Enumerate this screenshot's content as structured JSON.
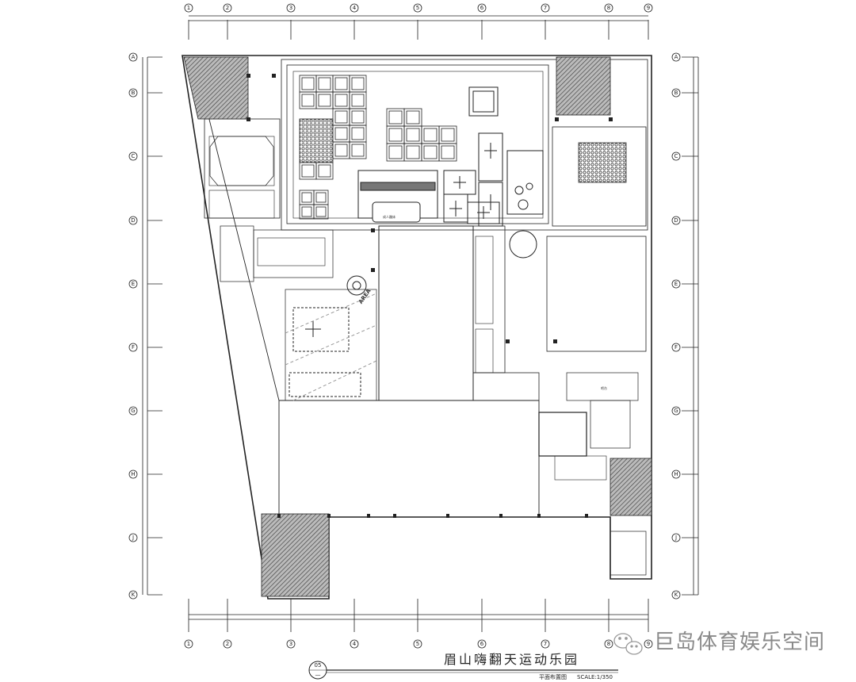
{
  "drawing": {
    "title": "眉山嗨翻天运动乐园",
    "subtitle": "平面布置图",
    "scale": "SCALE:1/350",
    "drawing_number": "05",
    "drawing_sheet": "—"
  },
  "watermark": {
    "text": "巨岛体育娱乐空间",
    "icon": "wechat-icon"
  },
  "axes": {
    "columns": [
      "1",
      "2",
      "3",
      "4",
      "5",
      "6",
      "7",
      "8",
      "9"
    ],
    "rows": [
      "A",
      "B",
      "C",
      "D",
      "E",
      "F",
      "G",
      "H",
      "J",
      "K"
    ]
  },
  "rooms": {
    "adult_trampoline": "成人蹦床",
    "bar": "吧台",
    "area_tag": "AREA"
  },
  "colors": {
    "line": "#222222",
    "hatch": "#555555",
    "accent": "#e8c800",
    "watermark": "#8a8a8a"
  }
}
